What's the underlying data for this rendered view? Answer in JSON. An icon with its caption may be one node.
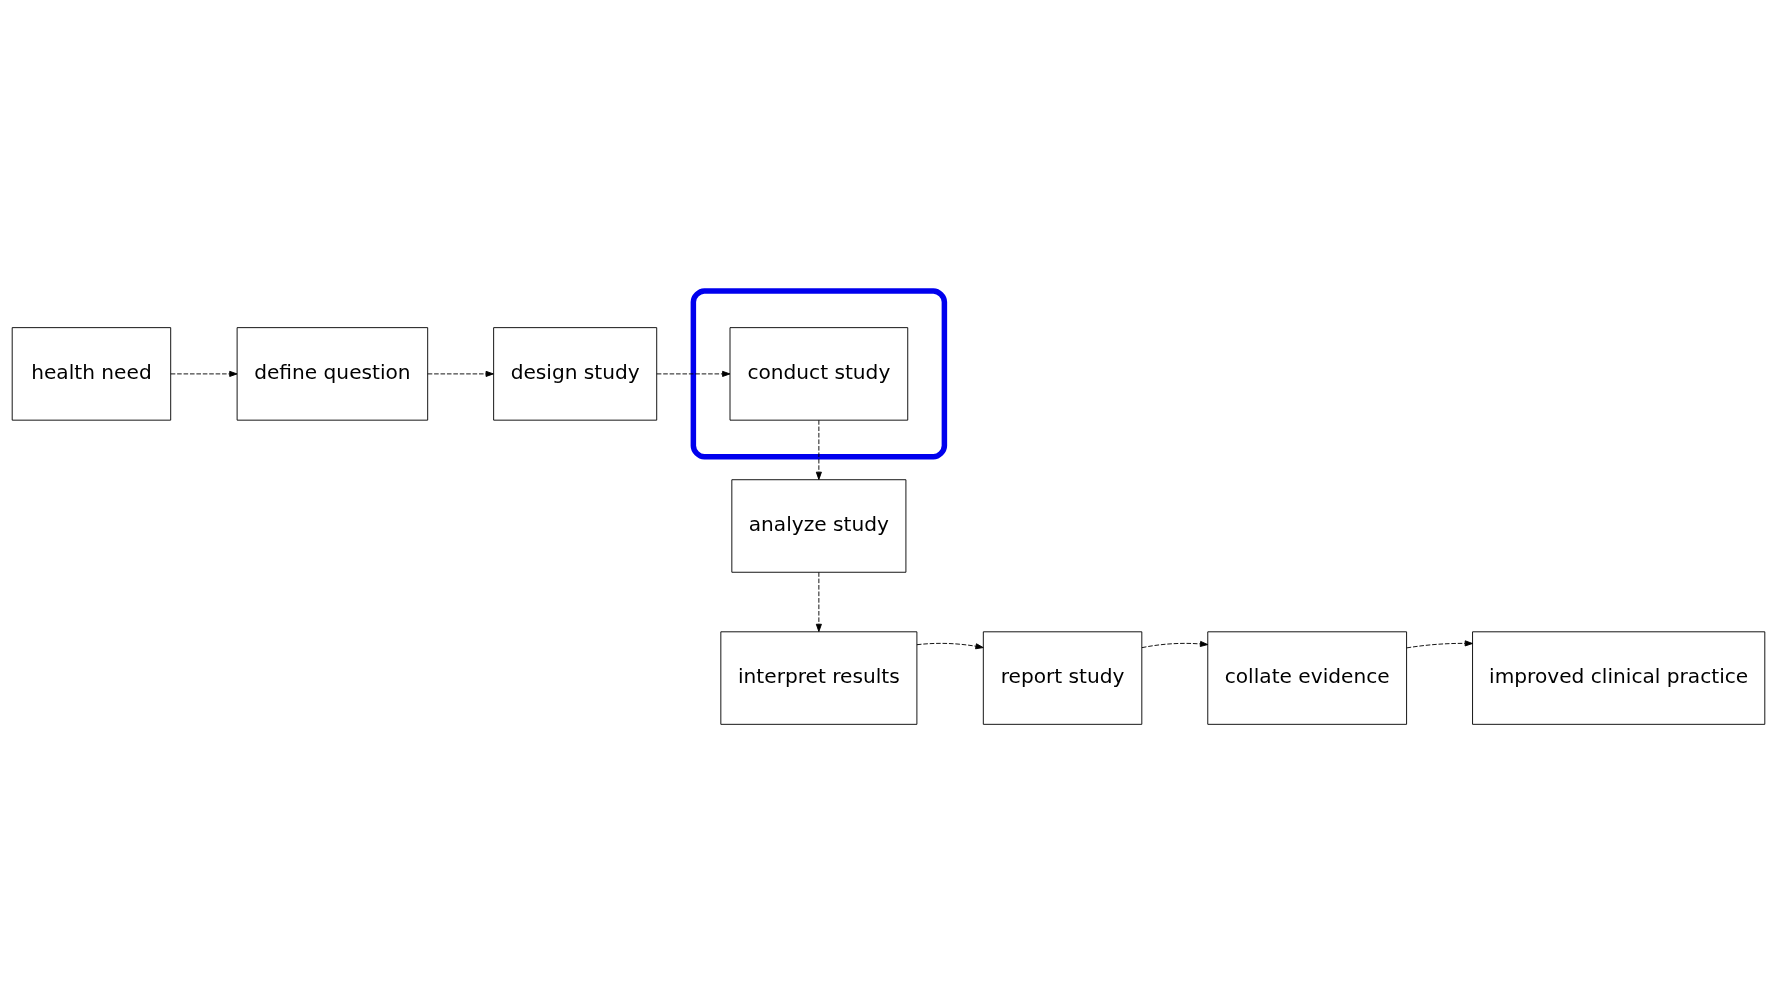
{
  "diagram": {
    "nodes": [
      {
        "text": [
          "health need"
        ]
      },
      {
        "text": [
          "define question"
        ]
      },
      {
        "text": [
          "design study"
        ]
      },
      {
        "text": [],
        "shape": "ellipse"
      },
      {
        "text": [
          "conduct study"
        ],
        "in": 3
      },
      {
        "text": [
          "analyze study"
        ]
      },
      {
        "text": [
          "interpret results"
        ]
      },
      {
        "text": [
          "report study"
        ]
      },
      {
        "text": [
          "collate evidence"
        ]
      },
      {
        "text": [
          "improved clinical practice"
        ]
      }
    ],
    "edges": [
      {
        "from": 0,
        "to": 1,
        "arrow": "to",
        "style": "dashed"
      },
      {
        "from": 1,
        "to": 2,
        "arrow": "to",
        "style": "dashed"
      },
      {
        "from": 2,
        "to": 4,
        "arrow": "to",
        "style": "dashed"
      },
      {
        "from": 4,
        "to": 5,
        "arrow": "to",
        "style": "dashed"
      },
      {
        "from": 5,
        "to": 6,
        "arrow": "to",
        "style": "dashed"
      },
      {
        "from": 6,
        "to": 7,
        "arrow": "to",
        "style": "dashed"
      },
      {
        "from": 7,
        "to": 8,
        "arrow": "to",
        "style": "dashed"
      },
      {
        "from": 8,
        "to": 9,
        "arrow": "to",
        "style": "dashed"
      }
    ]
  }
}
